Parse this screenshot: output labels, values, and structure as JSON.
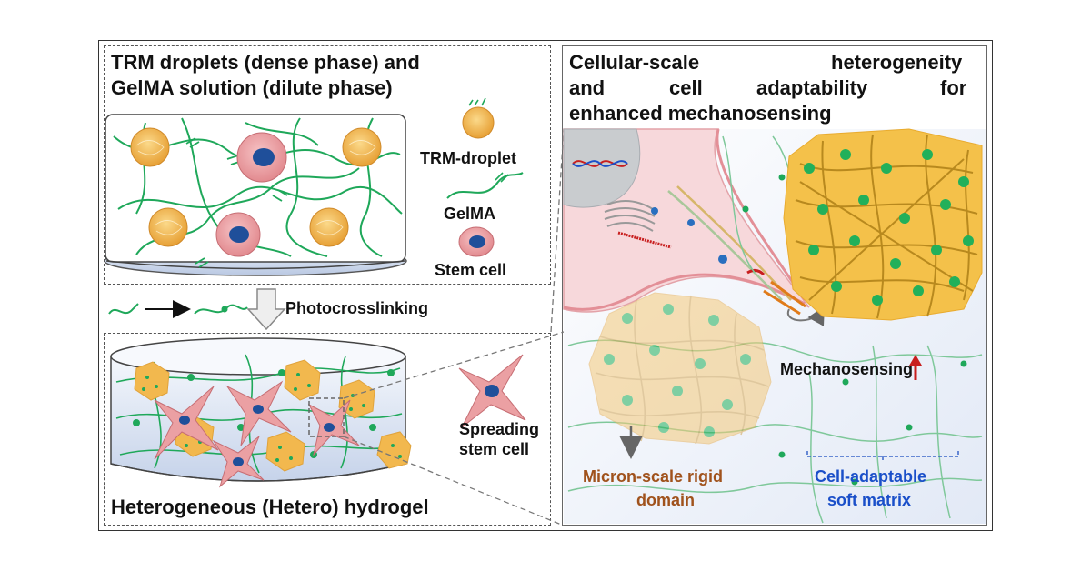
{
  "top_left": {
    "title_line1": "TRM droplets (dense phase) and",
    "title_line2": "GelMA solution (dilute phase)"
  },
  "legend": {
    "droplet": "TRM-droplet",
    "gelma": "GelMA",
    "stem": "Stem cell"
  },
  "process": {
    "label": "Photocrosslinking"
  },
  "bottom_left": {
    "title": "Heterogeneous (Hetero) hydrogel",
    "spreading_line1": "Spreading",
    "spreading_line2": "stem cell"
  },
  "right": {
    "title_line1_a": "Cellular-scale",
    "title_line1_b": "heterogeneity",
    "title_line2_a": "and",
    "title_line2_b": "cell",
    "title_line2_c": "adaptability",
    "title_line2_d": "for",
    "title_line3": "enhanced mechanosensing",
    "mechano": "Mechanosensing",
    "rigid_line1": "Micron-scale rigid",
    "rigid_line2": "domain",
    "soft_line1": "Cell-adaptable",
    "soft_line2": "soft matrix"
  },
  "colors": {
    "fiber": "#1fa85a",
    "droplet": "#f2b24a",
    "cell": "#e8969a",
    "nucleus": "#1f4f9a",
    "rigid_text": "#a0521c",
    "soft_text": "#1a4fc9",
    "arrow_up": "#c81e1e"
  }
}
